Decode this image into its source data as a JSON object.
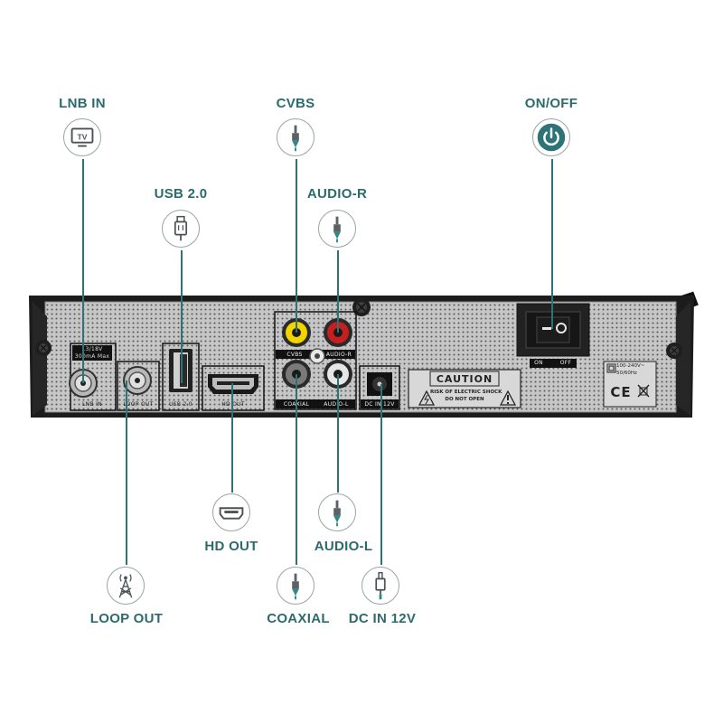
{
  "callouts": {
    "lnb_in": "LNB IN",
    "cvbs": "CVBS",
    "on_off": "ON/OFF",
    "usb": "USB 2.0",
    "audio_r": "AUDIO-R",
    "hd_out": "HD OUT",
    "audio_l": "AUDIO-L",
    "loop_out": "LOOP OUT",
    "coaxial": "COAXIAL",
    "dc_in": "DC IN 12V"
  },
  "icon_text": {
    "tv": "TV"
  },
  "panel": {
    "lnb_spec_1": "13/18V",
    "lnb_spec_2": "300mA Max",
    "lnb_in": "LNB IN",
    "loop_out": "LOOP OUT",
    "usb": "USB 2.0",
    "hd_out": "HD OUT",
    "cvbs": "CVBS",
    "audio_r": "AUDIO-R",
    "coaxial": "COAXIAL",
    "audio_l": "AUDIO-L",
    "dc_in": "DC IN 12V",
    "caution_title": "CAUTION",
    "caution_line1": "RISK OF ELECTRIC SHOCK",
    "caution_line2": "DO NOT OPEN",
    "switch_on": "ON",
    "switch_off": "OFF",
    "power_rating_1": "100-240V~",
    "power_rating_2": "50/60Hz",
    "ce_mark": "CE"
  },
  "colors": {
    "accent": "#2e7377",
    "label": "#2b6b6e",
    "panel": "#c4c4c4",
    "chassis": "#1c1c1c"
  }
}
